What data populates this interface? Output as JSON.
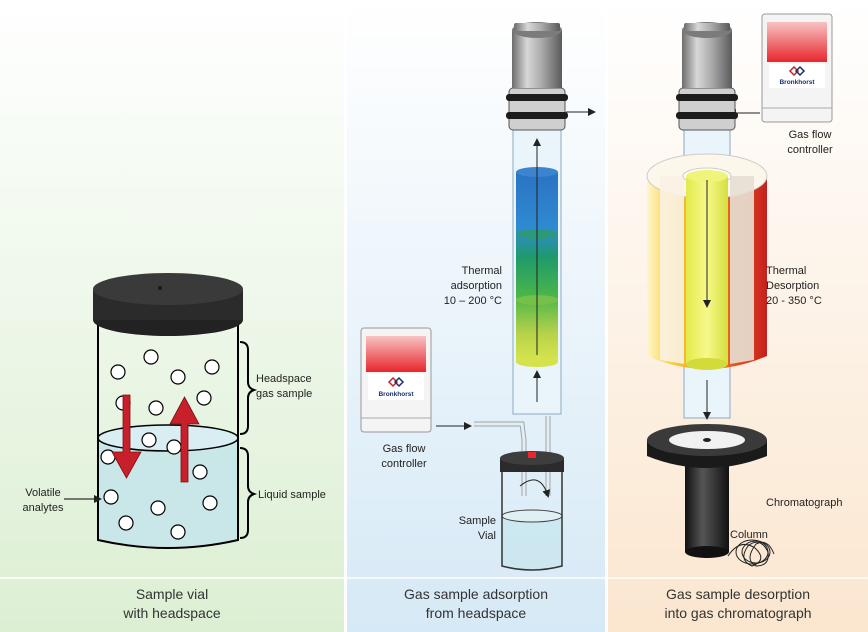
{
  "panels": [
    {
      "caption_line1": "Sample vial",
      "caption_line2": "with headspace"
    },
    {
      "caption_line1": "Gas sample adsorption",
      "caption_line2": "from headspace"
    },
    {
      "caption_line1": "Gas sample desorption",
      "caption_line2": "into gas chromatograph"
    }
  ],
  "panel1": {
    "headspace_line1": "Headspace",
    "headspace_line2": "gas sample",
    "liquid_label": "Liquid sample",
    "volatile_line1": "Volatile",
    "volatile_line2": "analytes"
  },
  "panel2": {
    "thermal_line1": "Thermal",
    "thermal_line2": "adsorption",
    "thermal_line3": "10 – 200 °C",
    "controller_line1": "Gas flow",
    "controller_line2": "controller",
    "brand": "Bronkhorst",
    "vial_line1": "Sample",
    "vial_line2": "Vial"
  },
  "panel3": {
    "controller_line1": "Gas flow",
    "controller_line2": "controller",
    "brand": "Bronkhorst",
    "thermal_line1": "Thermal",
    "thermal_line2": "Desorption",
    "thermal_line3": "20 - 350 °C",
    "chromatograph_label": "Chromatograph",
    "column_label": "Column"
  },
  "colors": {
    "panel1_bg": "#e4f1de",
    "panel2_bg": "#e0eef8",
    "panel3_bg": "#fcefdf",
    "arrow_red": "#c8202a",
    "controller_red": "#e8262c"
  }
}
